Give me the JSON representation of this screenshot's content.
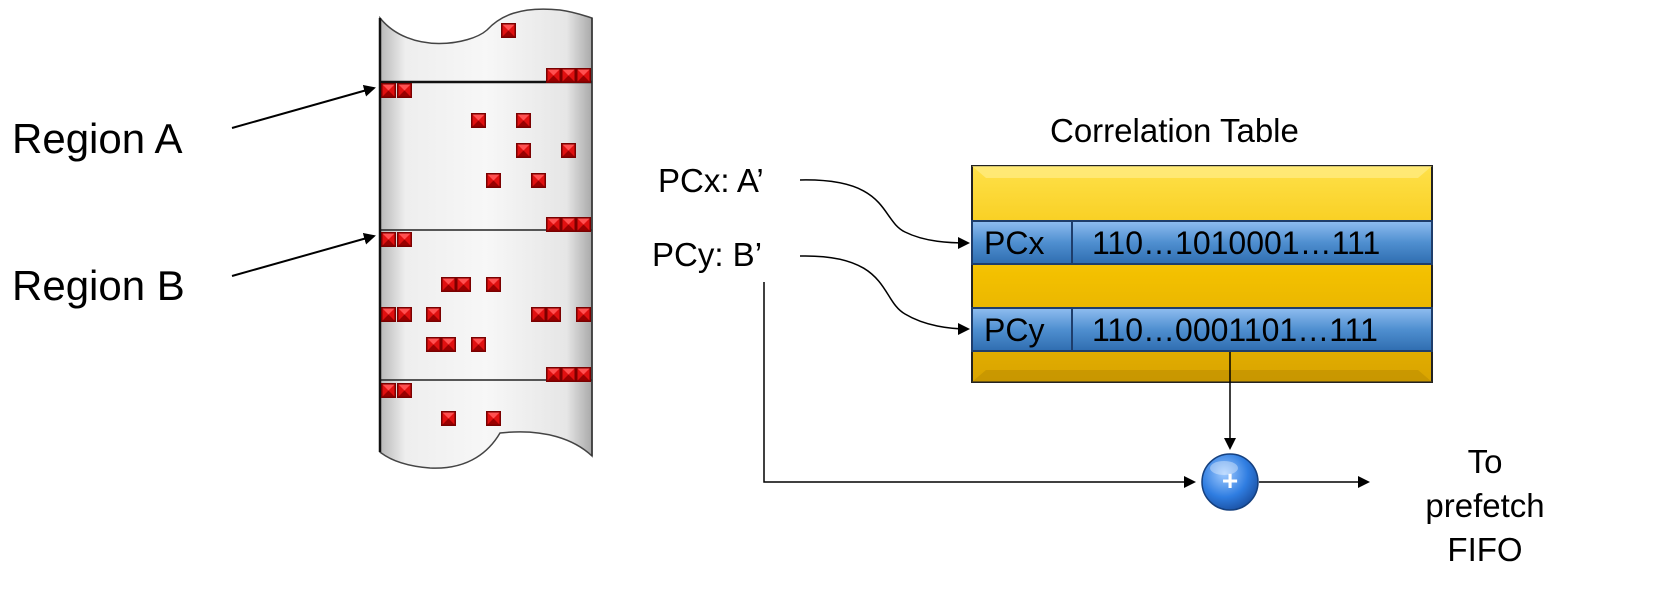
{
  "labels": {
    "region_a": "Region A",
    "region_b": "Region B",
    "table_title": "Correlation Table",
    "pcx_input": "PCx: A’",
    "pcy_input": "PCy: B’",
    "output": [
      "To",
      "prefetch",
      "FIFO"
    ]
  },
  "table_rows": [
    {
      "pc": "PCx",
      "bits": "110…1010001…111"
    },
    {
      "pc": "PCy",
      "bits": "110…0001101…111"
    }
  ],
  "adder_symbol": "+",
  "colors": {
    "table_fill": "#F2C200",
    "row_fill": "#4F8FD0",
    "marker": "#CC0000",
    "adder": "#2F7DE1",
    "tape": "#E3E3E3"
  }
}
